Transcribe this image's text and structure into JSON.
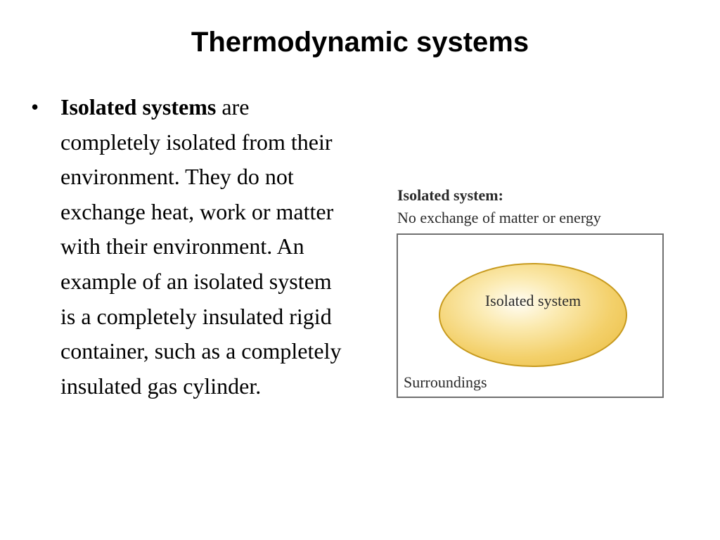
{
  "slide": {
    "title": "Thermodynamic systems",
    "bullet": {
      "symbol": "•",
      "term": "Isolated systems",
      "text": " are completely isolated from their environment. They do not exchange heat, work or matter with their environment. An example of an isolated system is a completely insulated rigid container, such as a completely insulated gas cylinder."
    },
    "figure": {
      "heading": "Isolated system:",
      "subheading": "No exchange of matter or energy",
      "system_label": "Isolated system",
      "surroundings_label": "Surroundings",
      "colors": {
        "system_fill": "#f3d06a",
        "system_outline": "#c79a1e",
        "box_border": "#6f6f6f"
      }
    }
  }
}
